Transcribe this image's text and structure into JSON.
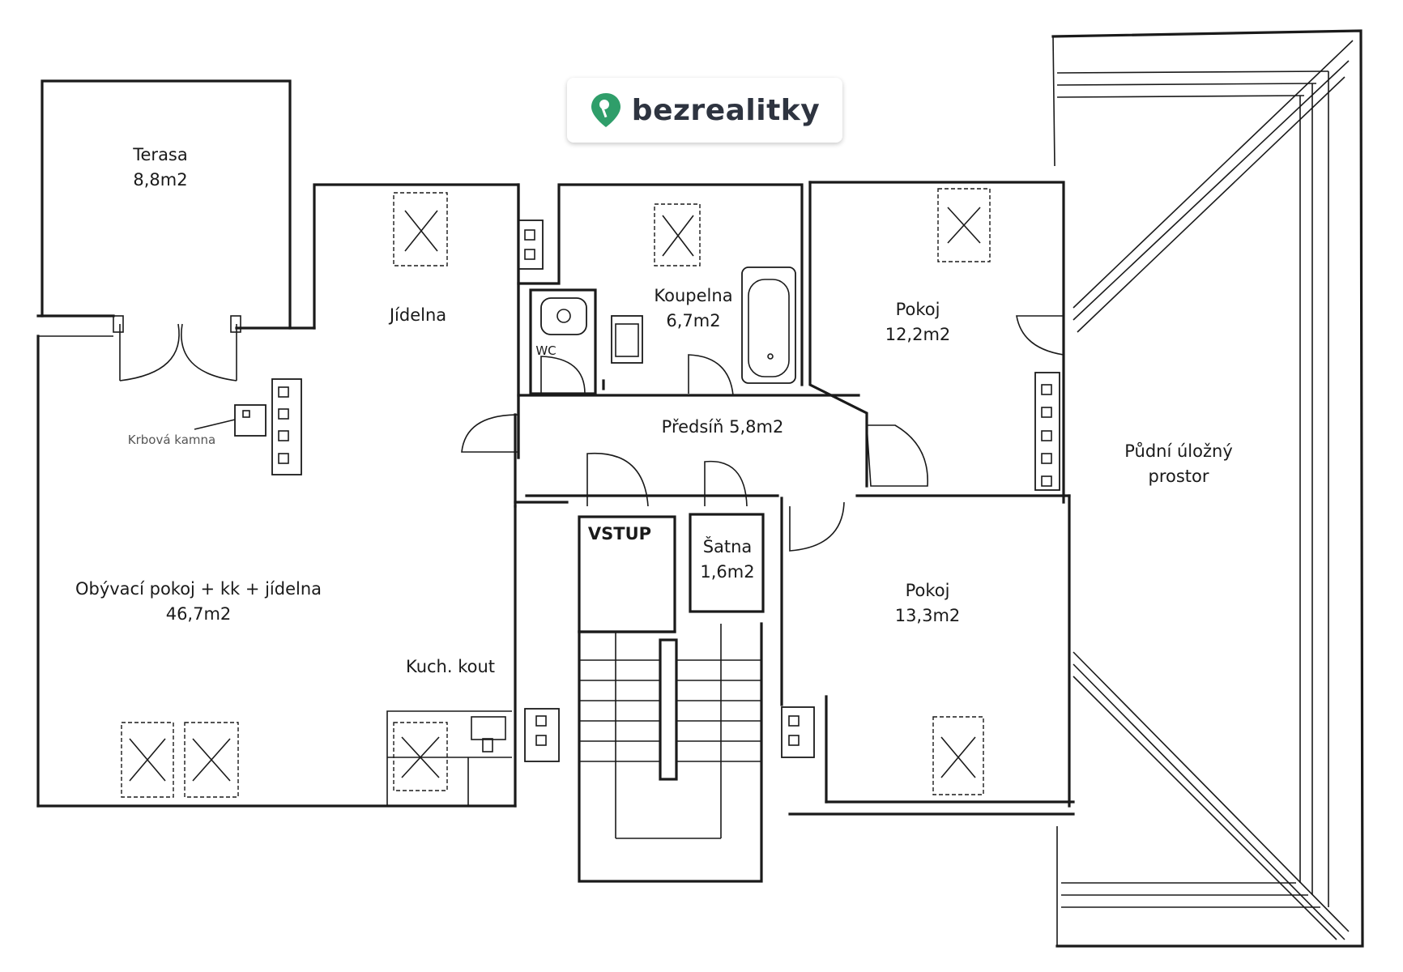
{
  "logo": {
    "text": "bezrealitky",
    "icon": "map-pin-key-icon",
    "color": "#2f9e6a"
  },
  "rooms": {
    "terasa": {
      "name": "Terasa",
      "area": "8,8m2"
    },
    "jidelna": {
      "name": "Jídelna"
    },
    "obyvaci": {
      "name": "Obývací pokoj + kk + jídelna",
      "area": "46,7m2"
    },
    "krbova": {
      "name": "Krbová kamna"
    },
    "kuchyn": {
      "name": "Kuch. kout"
    },
    "wc": {
      "name": "WC"
    },
    "koupelna": {
      "name": "Koupelna",
      "area": "6,7m2"
    },
    "predsin": {
      "name": "Předsíň 5,8m2"
    },
    "vstup": {
      "name": "VSTUP"
    },
    "satna": {
      "name": "Šatna",
      "area": "1,6m2"
    },
    "pokoj1": {
      "name": "Pokoj",
      "area": "12,2m2"
    },
    "pokoj2": {
      "name": "Pokoj",
      "area": "13,3m2"
    },
    "pudni": {
      "name": "Půdní úložný",
      "name2": "prostor"
    }
  }
}
